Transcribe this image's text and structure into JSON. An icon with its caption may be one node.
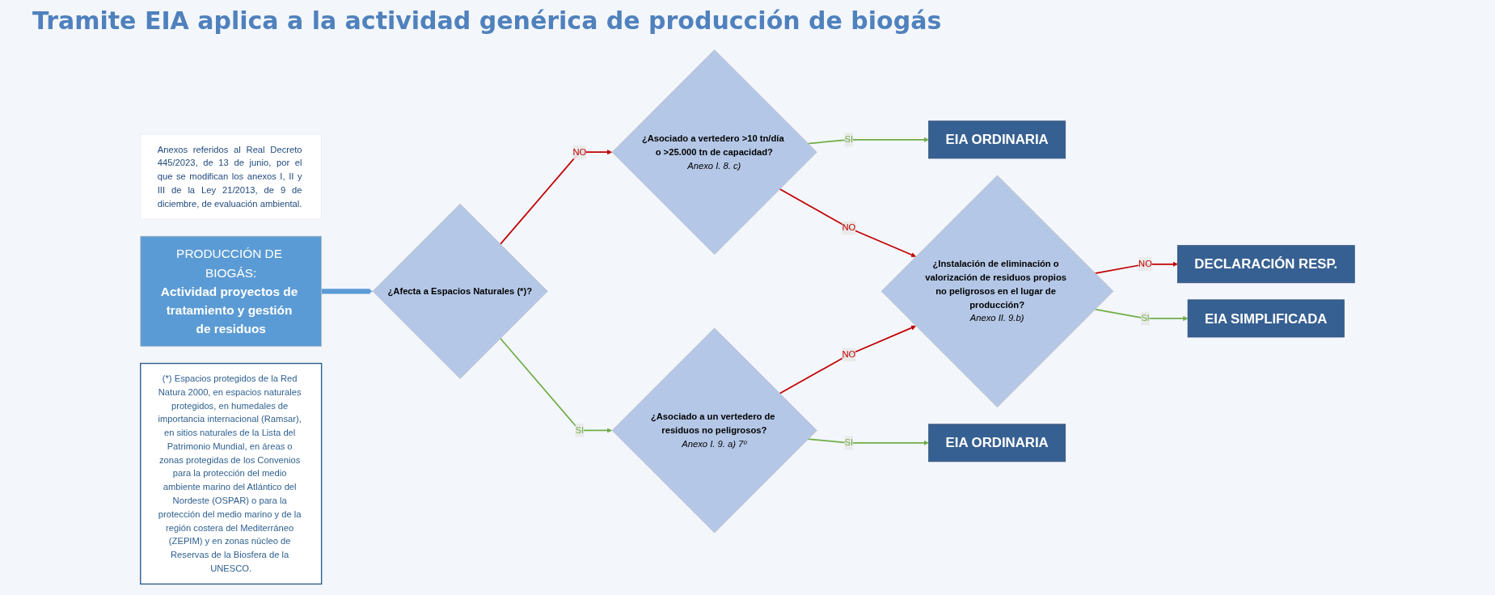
{
  "diagram": {
    "title": "Tramite EIA aplica a la actividad genérica de producción de biogás",
    "nodes": [
      {
        "text": [
          "Anexos referidos al Real Decreto 445/2023, de 13 de junio, por el que se modifican los anexos I, II y III de la Ley 21/2013, de 9 de diciembre, de evaluación ambiental."
        ]
      },
      {
        "text": [
          "PRODUCCIÓN DE BIOGÁS:",
          "Actividad proyectos de tratamiento y gestión de residuos"
        ]
      },
      {
        "text": [
          "¿Afecta a Espacios Naturales (*)?"
        ]
      },
      {
        "text": [
          "¿Asociado a vertedero >10 tn/día o >25.000 tn de capacidad?",
          "Anexo I. 8. c)"
        ]
      },
      {
        "text": [
          "EIA ORDINARIA"
        ]
      },
      {
        "text": [
          "¿Instalación de eliminación o valorización de residuos propios no peligrosos en el lugar de producción?",
          "Anexo II. 9.b)"
        ]
      },
      {
        "text": [
          "DECLARACIÓN RESP."
        ]
      },
      {
        "text": [
          "EIA SIMPLIFICADA"
        ]
      },
      {
        "text": [
          "¿Asociado a un vertedero de residuos no peligrosos?",
          "Anexo I. 9. a) 7º"
        ]
      },
      {
        "text": [
          "EIA ORDINARIA"
        ]
      },
      {
        "text": [
          "(*) Espacios protegidos de la Red Natura 2000, en espacios naturales protegidos, en humedales de importancia internacional (Ramsar), en sitios naturales de la Lista del Patrimonio Mundial, en áreas o zonas protegidas de los Convenios para la protección del medio ambiente marino del Atlántico del Nordeste (OSPAR) o para la protección del medio marino y de la región costera del Mediterráneo (ZEPIM) y en zonas núcleo de Reservas de la Biosfera de la UNESCO."
        ]
      }
    ],
    "edges": [
      {
        "from": 1,
        "to": 2,
        "arrow": "to",
        "style": "thick",
        "color": "#5b9bd5"
      },
      {
        "from": 2,
        "to": 3,
        "arrow": "to",
        "label": "NO",
        "color": "#c00000"
      },
      {
        "from": 2,
        "to": 8,
        "arrow": "to",
        "label": "SI",
        "color": "#70ad47"
      },
      {
        "from": 3,
        "to": 4,
        "arrow": "to",
        "label": "SI",
        "color": "#70ad47"
      },
      {
        "from": 3,
        "to": 5,
        "arrow": "to",
        "label": "NO",
        "color": "#c00000"
      },
      {
        "from": 5,
        "to": 6,
        "arrow": "to",
        "label": "NO",
        "color": "#c00000"
      },
      {
        "from": 5,
        "to": 7,
        "arrow": "to",
        "label": "SI",
        "color": "#70ad47"
      },
      {
        "from": 8,
        "to": 5,
        "arrow": "to",
        "label": "NO",
        "color": "#c00000"
      },
      {
        "from": 8,
        "to": 9,
        "arrow": "to",
        "label": "SI",
        "color": "#70ad47"
      }
    ]
  }
}
